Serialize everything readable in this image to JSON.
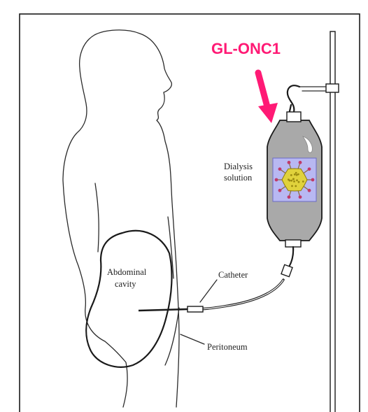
{
  "title": "GL-ONC1",
  "labels": {
    "dialysis_line1": "Dialysis",
    "dialysis_line2": "solution",
    "abdominal_line1": "Abdominal",
    "abdominal_line2": "cavity",
    "catheter": "Catheter",
    "peritoneum": "Peritoneum"
  },
  "colors": {
    "highlight": "#ff1a75",
    "bag_fill": "#a9a9a9",
    "virus_panel": "#b8b8f2",
    "virus_core": "#e0d23c"
  },
  "icons": {
    "arrow": "pink-arrow-icon",
    "virus": "virus-particle-icon"
  }
}
